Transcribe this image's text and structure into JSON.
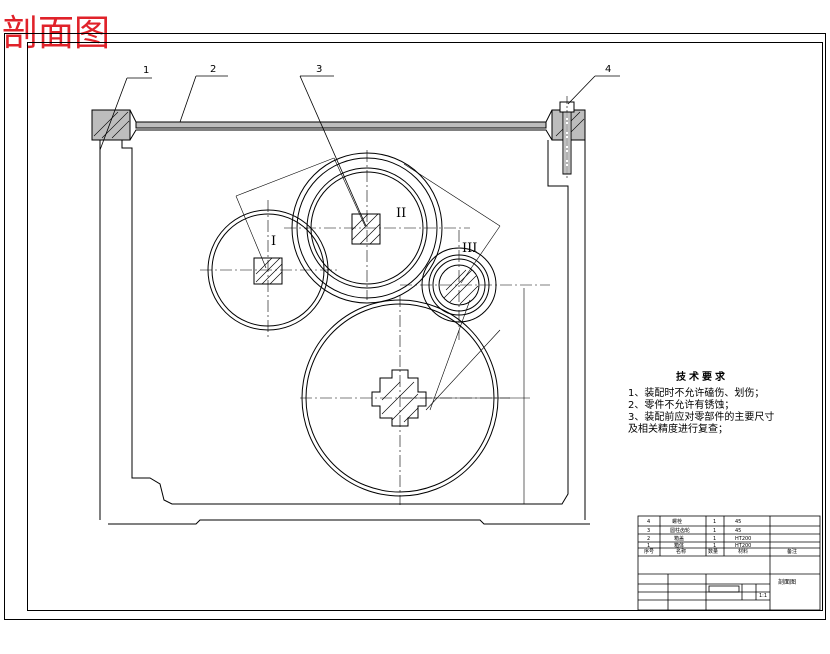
{
  "title": "剖面图",
  "callouts": [
    "1",
    "2",
    "3",
    "4"
  ],
  "shaft_labels": [
    "I",
    "II",
    "III"
  ],
  "technical_requirements": {
    "heading": "技术要求",
    "items": [
      "1、装配时不允许磕伤、划伤；",
      "2、零件不允许有锈蚀；",
      "3、装配前应对零部件的主要尺寸",
      "及相关精度进行复查；"
    ]
  },
  "parts_list": [
    {
      "no": "4",
      "name": "螺栓",
      "qty": "1",
      "material": "45",
      "note": ""
    },
    {
      "no": "3",
      "name": "圆柱齿轮",
      "qty": "1",
      "material": "45",
      "note": ""
    },
    {
      "no": "2",
      "name": "箱盖",
      "qty": "1",
      "material": "HT200",
      "note": ""
    },
    {
      "no": "1",
      "name": "箱体",
      "qty": "1",
      "material": "HT200",
      "note": ""
    }
  ],
  "parts_header": {
    "no": "序号",
    "name": "名称",
    "qty": "数量",
    "material": "材料",
    "note": "备注"
  },
  "title_block": {
    "drawing_name": "剖面图",
    "scale": "1:1"
  }
}
